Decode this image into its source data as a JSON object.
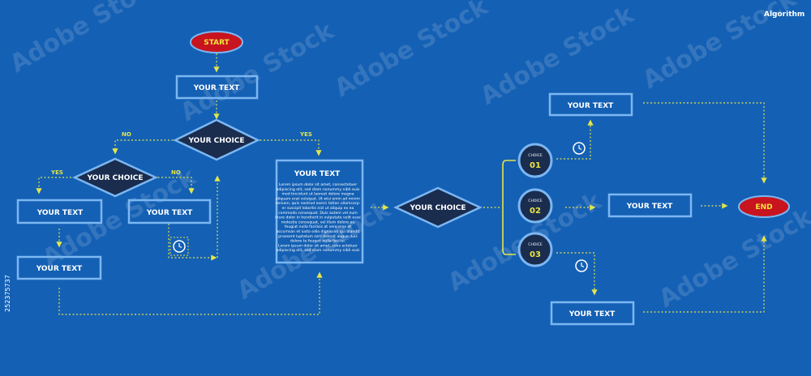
{
  "title": "Algorithm",
  "start": "START",
  "end": "END",
  "box_text": "YOUR TEXT",
  "choice_text": "YOUR CHOICE",
  "yes": "YES",
  "no": "NO",
  "choice_word": "CHOICE",
  "choice_nums": [
    "01",
    "02",
    "03"
  ],
  "paragraph": [
    "Lorem ipsum dolor sit amet, consectetuer",
    "adipiscing elit, sed diam nonummy nibh euis",
    "mod tincidunt ut laoreet dolore magna",
    "aliquam erat volutpat. Ut wisi enim ad minim",
    "veniam, quis nostrud exerci tation ullamcorp-",
    "er suscipit lobortis nisl ut aliquip ex ea",
    "commodo consequat. Duis autem vel eum",
    "iriure dolor in hendrerit in vulputate velit esse",
    "molestie consequat, vel illum dolore eu",
    "feugiat nulla facilisis at vero eros et",
    "accumsan et iusto odio dignissim qui blandit",
    "praesent luptatum zzril delenit augue duis",
    "dolore te feugait nulla facilisi.",
    "Lorem ipsum dolor sit amet, cons ectetuer",
    "adipiscing elit, sed diam nonummy nibh euis"
  ],
  "side_code": "252375737",
  "watermark": "Adobe Stock",
  "colors": {
    "background": "#1460b4",
    "box_border": "#7cb7f2",
    "diamond_fill": "#1a2d4f",
    "connector": "#e3e64a",
    "terminal_fill": "#c8141e",
    "terminal_text": "#f2e53c"
  }
}
